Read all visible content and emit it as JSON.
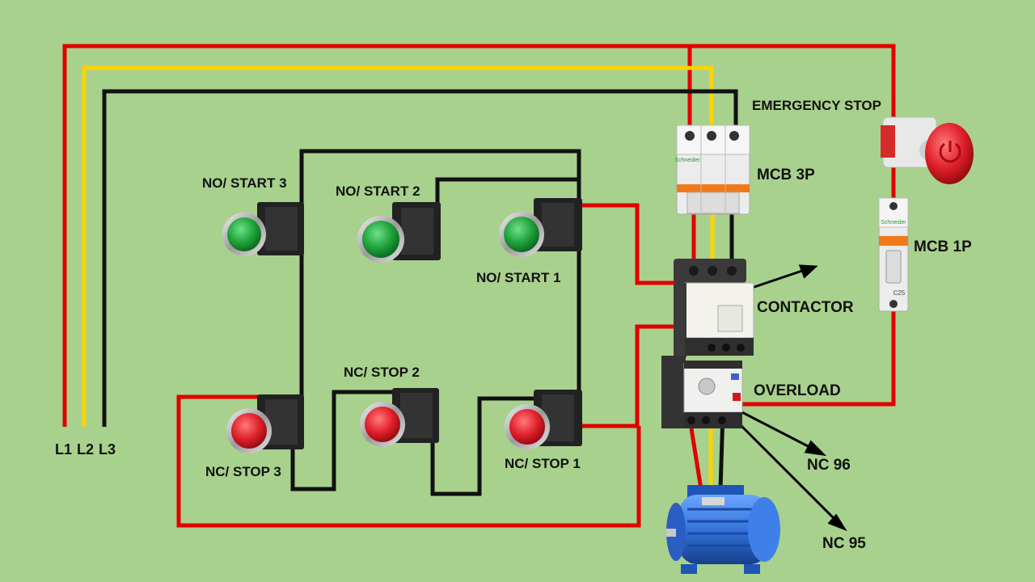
{
  "labels": {
    "emergency_stop": "EMERGENCY STOP",
    "mcb_3p": "MCB 3P",
    "mcb_1p": "MCB 1P",
    "contactor": "CONTACTOR",
    "overload": "OVERLOAD",
    "nc_96": "NC 96",
    "nc_95": "NC 95",
    "no_start_1": "NO/ START 1",
    "no_start_2": "NO/ START 2",
    "no_start_3": "NO/ START 3",
    "nc_stop_1": "NC/ STOP 1",
    "nc_stop_2": "NC/ STOP 2",
    "nc_stop_3": "NC/ STOP 3",
    "l1": "L1",
    "l2": "L2",
    "l3": "L3"
  },
  "device_brand": {
    "mcb_3p": "Schneider",
    "mcb_1p": "Schneider",
    "mcb_1p_rating": "C25"
  },
  "colors": {
    "background": "#a9d18e",
    "l1_wire": "#e00000",
    "l2_wire": "#ffd200",
    "l3_wire": "#111111",
    "start_button": "#1fa33a",
    "stop_button": "#e0202a",
    "motor": "#2f6fd6"
  }
}
